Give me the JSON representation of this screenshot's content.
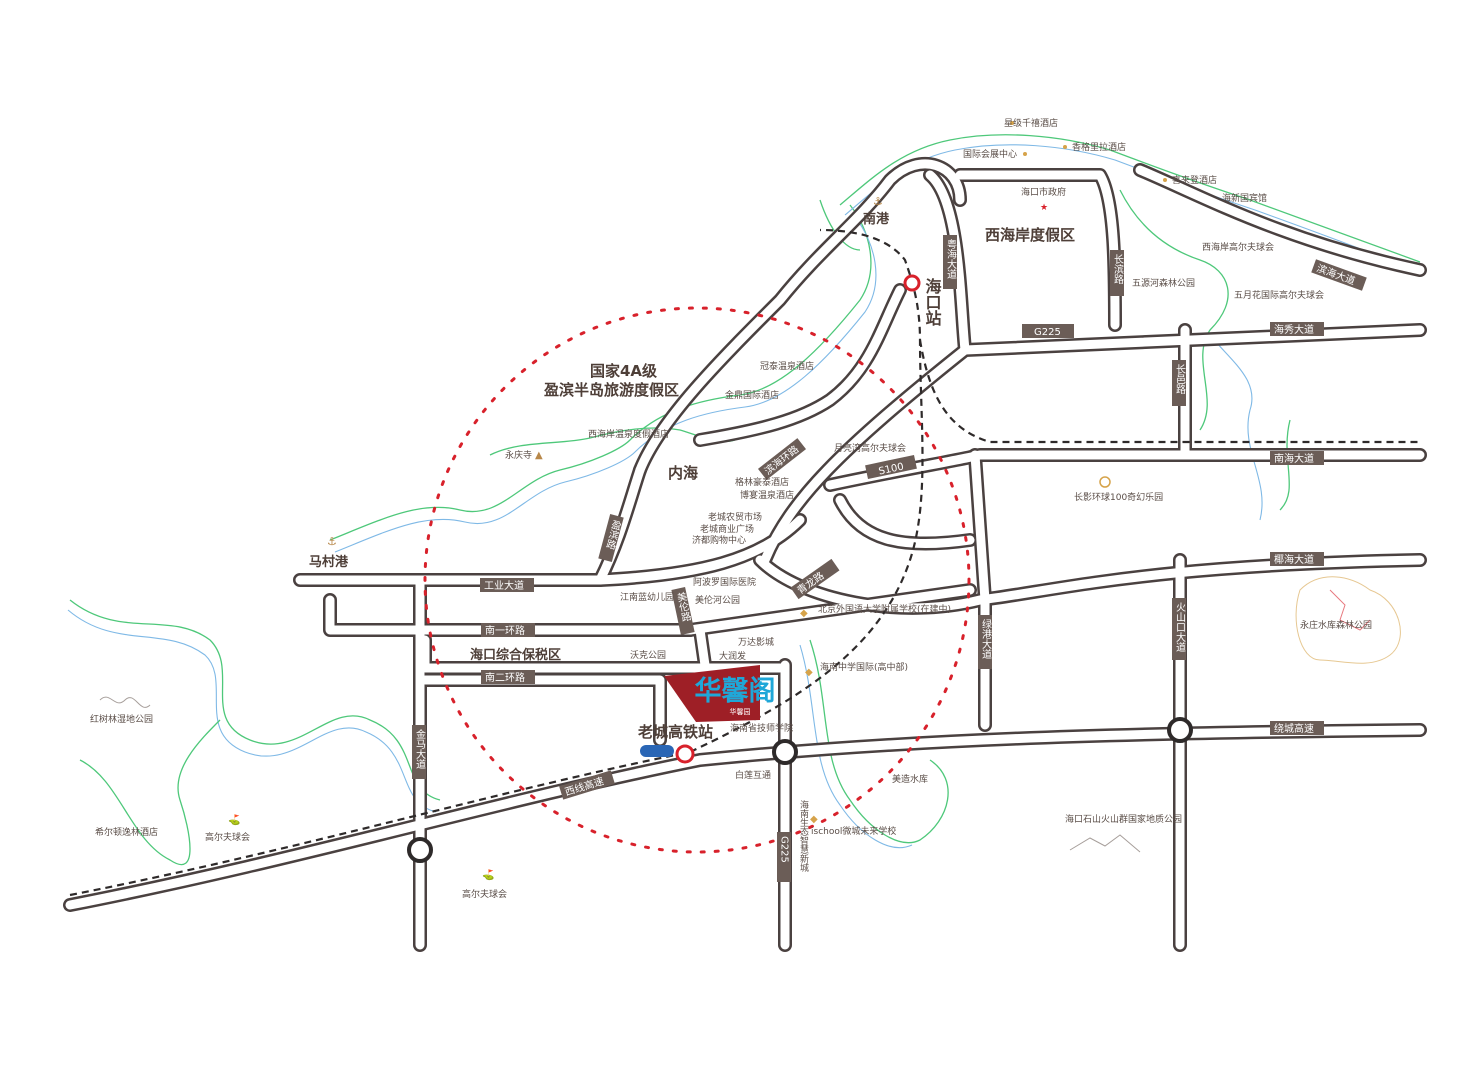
{
  "project": {
    "name": "华馨阁",
    "subtitle": "华馨园"
  },
  "areas": {
    "resort_title_1": "国家4A级",
    "resort_title_2": "盈滨半岛旅游度假区",
    "xihaian": "西海岸度假区",
    "neihai": "内海",
    "bonded": "海口综合保税区"
  },
  "ports": {
    "nangang": "南港",
    "macun": "马村港"
  },
  "stations": {
    "haikou": "海口站",
    "laocheng": "老城高铁站"
  },
  "roads": {
    "yuehai": "粤海大道",
    "changbin": "长滨路",
    "binhai": "滨海大道",
    "g225_top": "G225",
    "haixiu": "海秀大道",
    "changyi": "长邑路",
    "s100": "S100",
    "nanhai": "南海大道",
    "yinghai": "椰海大道",
    "gongye": "工业大道",
    "nanyi": "南一环路",
    "naner": "南二环路",
    "qiqiao": "盈滨路",
    "meilun": "美伦路",
    "qinglong": "青龙路",
    "binhuan": "滨海环路",
    "jinma": "金马大道",
    "lvgang": "绿港大道",
    "huoshankou": "火山口大道",
    "raocheng": "绕城高速",
    "xixian": "西线高速",
    "g225_bottom": "G225",
    "baixi": "白莲互通"
  },
  "pois": {
    "xingjue": "星级千禧酒店",
    "guojihuizhan": "国际会展中心",
    "xiangge": "香格里拉酒店",
    "xilai": "喜来登酒店",
    "shizhengfu": "海口市政府",
    "binguan": "海新国宾馆",
    "xihaiangolf": "西海岸高尔夫球会",
    "wuyuan": "五源河森林公园",
    "wuyuehua": "五月花国际高尔夫球会",
    "yongqing": "永庆寺",
    "xihaian_hotel": "西海岸温泉度假酒店",
    "jinzhu": "金鼎国际酒店",
    "guantai": "冠泰温泉酒店",
    "yuelianwan": "月亮湾高尔夫球会",
    "gelin": "格林豪泰酒店",
    "boyan": "博宴温泉酒店",
    "laocheng_market": "老城农贸市场",
    "laocheng_plaza": "老城商业广场",
    "jixin": "济都购物中心",
    "changying": "长影环球100奇幻乐园",
    "ahospital": "阿波罗国际医院",
    "kindergarten": "江南蓝幼儿园",
    "meilunhe": "美伦河公园",
    "beiwai": "北京外国语大学附属学校(在建中)",
    "wokepark": "沃克公园",
    "dasheng": "大润发",
    "wanda": "万达影城",
    "zhongxue": "海南中学国际(高中部)",
    "technology": "海南省技师学院",
    "meizao": "美造水库",
    "ischool": "ischool微城未来学校",
    "shengtai": "海南生态智慧新城",
    "hongshulin": "红树林湿地公园",
    "hilton": "希尔顿逸林酒店",
    "golf1": "高尔夫球会",
    "golf2": "高尔夫球会",
    "shishan": "海口石山火山群国家地质公园",
    "yongzhuang": "永庄水库森林公园"
  }
}
